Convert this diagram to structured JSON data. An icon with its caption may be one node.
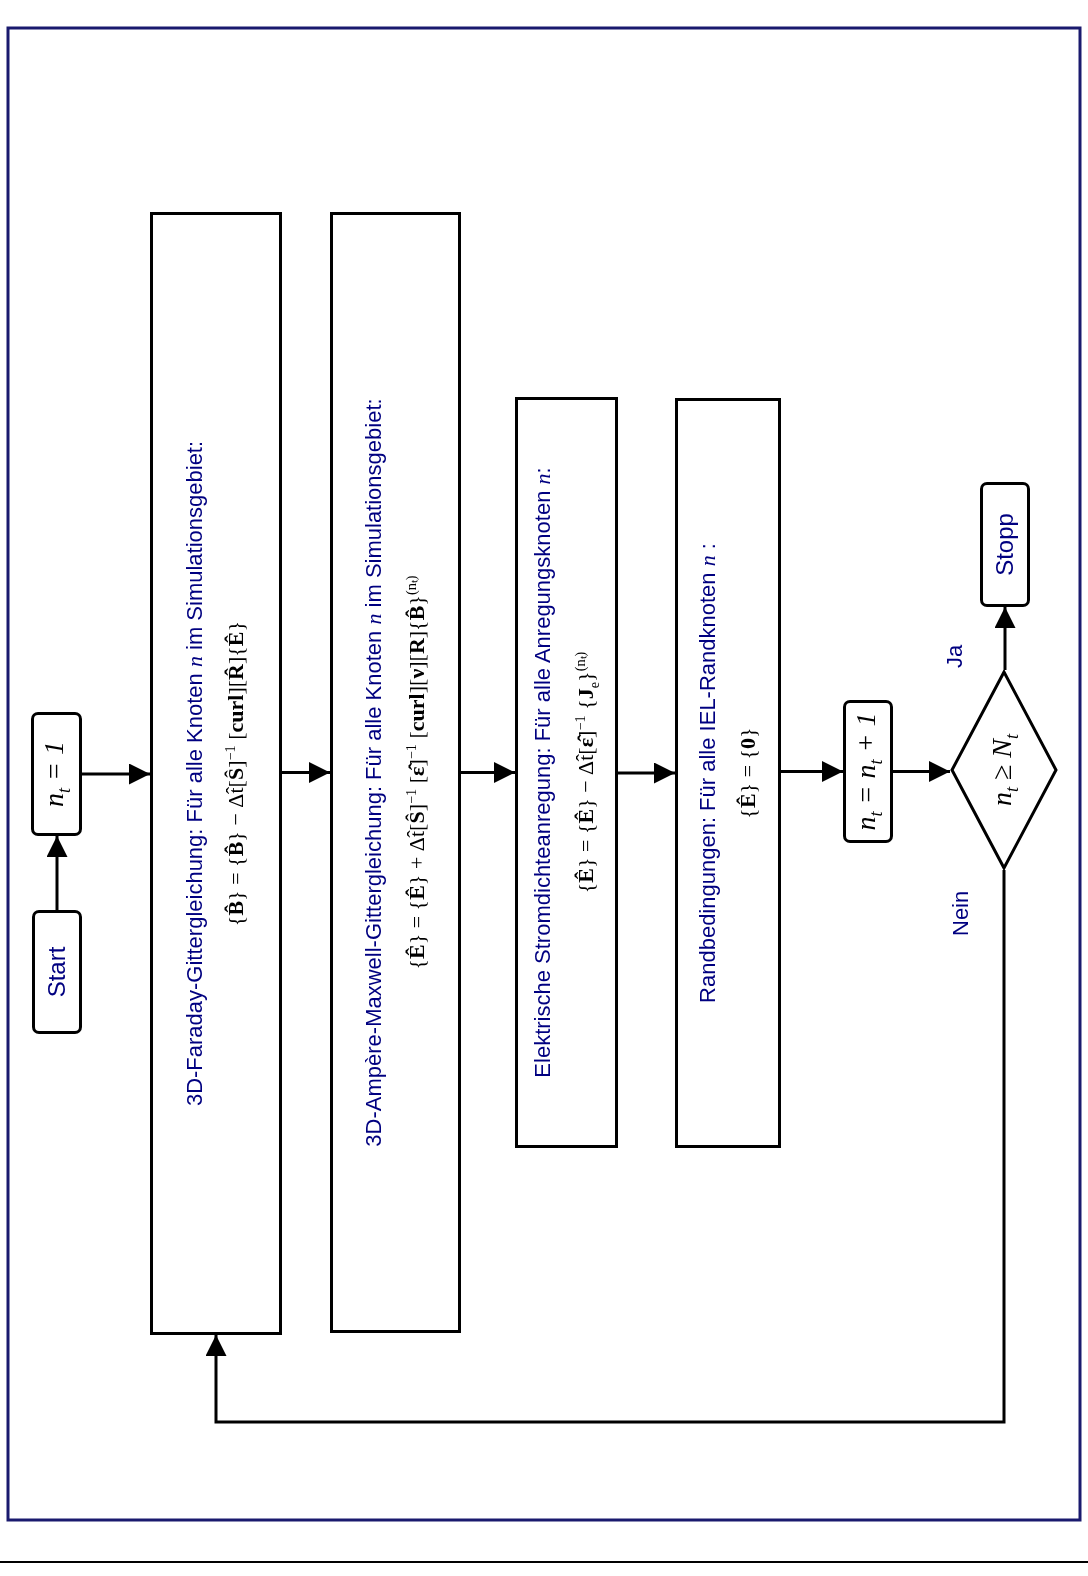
{
  "diagram": {
    "nodes": [
      {
        "text": [
          "Start"
        ]
      },
      {
        "text": [
          "*n*$_{t}$ = 1"
        ]
      },
      {
        "text": [
          "3D-Faraday-Gittergleichung: Für alle Knoten *n* im Simulationsgebiet:",
          "{**B̂**} = {**B̂**} − Δt̂[**Ŝ**]$^{−1}$ [**curl**][**R̂**]{**Ê**}"
        ]
      },
      {
        "text": [
          "3D-Ampère-Maxwell-Gittergleichung: Für alle Knoten *n* im Simulationsgebiet:",
          "{**Ê**} = {**Ê**} + Δt̂[**Ŝ**]$^{−1}$ [**ε̂**]$^{−1}$ [**curl**][**ν**][**R**]{**B̂**}$^{(nₜ)}$"
        ]
      },
      {
        "text": [
          "Elektrische Stromdichteanregung: Für alle Anregungsknoten *n*:",
          "{**Ê**} = {**Ê**} − Δt̂[**ε̂**]$^{−1}$ {**J**$_{e}$}$^{(nₜ)}$"
        ]
      },
      {
        "text": [
          "Randbedingungen: Für alle IEL-Randknoten *n* :",
          "{**Ê**} = {**0**}"
        ]
      },
      {
        "text": [
          "*n*$_{t}$ = *n*$_{t}$ + 1"
        ]
      },
      {
        "text": [
          "*n*$_{t}$ ≥ *N*$_{t}$"
        ]
      },
      {
        "text": [
          "Stopp"
        ]
      }
    ],
    "edges": [
      {
        "from": 0,
        "to": 1,
        "arrow": "to"
      },
      {
        "from": 1,
        "to": 2,
        "arrow": "to"
      },
      {
        "from": 2,
        "to": 3,
        "arrow": "to"
      },
      {
        "from": 3,
        "to": 4,
        "arrow": "to"
      },
      {
        "from": 4,
        "to": 5,
        "arrow": "to"
      },
      {
        "from": 5,
        "to": 6,
        "arrow": "to"
      },
      {
        "from": 6,
        "to": 7,
        "arrow": "to"
      },
      {
        "from": 7,
        "to": 8,
        "arrow": "to",
        "label": "Ja"
      },
      {
        "from": 7,
        "to": 2,
        "arrow": "to",
        "label": "Nein"
      }
    ]
  }
}
